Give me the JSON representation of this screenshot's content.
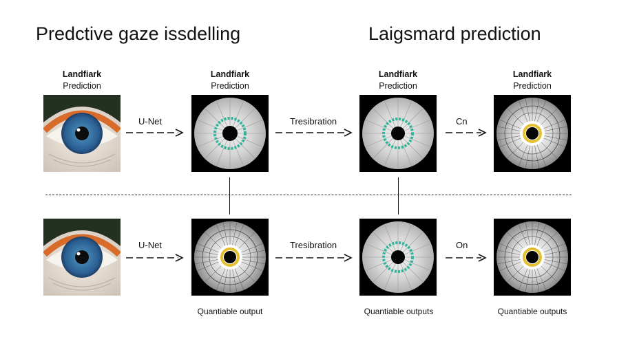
{
  "titles": {
    "left": "Predctive gaze issdelling",
    "right": "Laigsmard prediction"
  },
  "column_captions": [
    {
      "line1": "Landfiark",
      "line2": "Prediction"
    },
    {
      "line1": "Landfiark",
      "line2": "Prediction"
    },
    {
      "line1": "Landfiark",
      "line2": "Prediction"
    },
    {
      "line1": "Landfiark",
      "line2": "Prediction"
    }
  ],
  "rows": [
    {
      "arrows": [
        "U-Net",
        "Tresibration",
        "Cn"
      ],
      "outputs": []
    },
    {
      "arrows": [
        "U-Net",
        "Tresibration",
        "On"
      ],
      "outputs": [
        "Quantiable output",
        "Quantiable outputs",
        "Quantiable outputs"
      ]
    }
  ],
  "icons": [
    "eye-photo",
    "iris-teal-ring",
    "iris-radial-yellow",
    "arrow-right-dashed"
  ],
  "colors": {
    "teal_ring": "#2fb39a",
    "yellow_pupil_ring": "#e3c030",
    "iris_blue": "#2b6a9c",
    "eyelid_orange": "#d86a2a"
  }
}
